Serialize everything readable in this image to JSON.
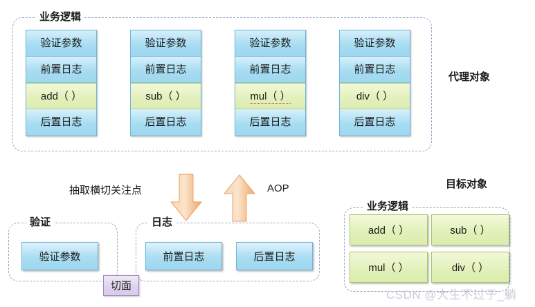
{
  "diagram": {
    "title": "Spring AOP proxy diagram",
    "colors": {
      "blue_fill": "#a8ddf2",
      "green_fill": "#e2f0bb",
      "purple_fill": "#ddd2ee",
      "orange_arrow": "#f5c08f",
      "dash_border": "#9aa6c4",
      "watermark": "#c9ccd4"
    }
  },
  "proxy_section": {
    "group_label": "业务逻辑",
    "side_label": "代理对象",
    "columns": [
      {
        "cells": [
          {
            "text": "验证参数",
            "style": "blue",
            "underline": false
          },
          {
            "text": "前置日志",
            "style": "blue",
            "underline": false
          },
          {
            "text": "add（ ）",
            "style": "green",
            "underline": false
          },
          {
            "text": "后置日志",
            "style": "blue",
            "underline": false
          }
        ]
      },
      {
        "cells": [
          {
            "text": "验证参数",
            "style": "blue",
            "underline": false
          },
          {
            "text": "前置日志",
            "style": "blue",
            "underline": false
          },
          {
            "text": "sub（ ）",
            "style": "green",
            "underline": false
          },
          {
            "text": "后置日志",
            "style": "blue",
            "underline": false
          }
        ]
      },
      {
        "cells": [
          {
            "text": "验证参数",
            "style": "blue",
            "underline": false
          },
          {
            "text": "前置日志",
            "style": "blue",
            "underline": false
          },
          {
            "text": "mul（ ）",
            "style": "green",
            "underline": true
          },
          {
            "text": "后置日志",
            "style": "blue",
            "underline": false
          }
        ]
      },
      {
        "cells": [
          {
            "text": "验证参数",
            "style": "blue",
            "underline": false
          },
          {
            "text": "前置日志",
            "style": "blue",
            "underline": false
          },
          {
            "text": "div（ ）",
            "style": "green",
            "underline": false
          },
          {
            "text": "后置日志",
            "style": "blue",
            "underline": false
          }
        ]
      }
    ]
  },
  "middle": {
    "extract_label": "抽取横切关注点",
    "aop_label": "AOP",
    "down_arrow_name": "down-arrow",
    "up_arrow_name": "up-arrow"
  },
  "aspect_section": {
    "validate_group_label": "验证",
    "log_group_label": "日志",
    "aspect_badge": "切面",
    "validate_items": [
      {
        "text": "验证参数"
      }
    ],
    "log_items": [
      {
        "text": "前置日志"
      },
      {
        "text": "后置日志"
      }
    ]
  },
  "target_section": {
    "side_label": "目标对象",
    "group_label": "业务逻辑",
    "methods": [
      {
        "text": "add（ ）",
        "underline": false
      },
      {
        "text": "sub（ ）",
        "underline": false
      },
      {
        "text": "mul（ ）",
        "underline": true
      },
      {
        "text": "div（ ）",
        "underline": false
      }
    ]
  },
  "watermark": {
    "text": "CSDN @大生不过于_躺"
  }
}
